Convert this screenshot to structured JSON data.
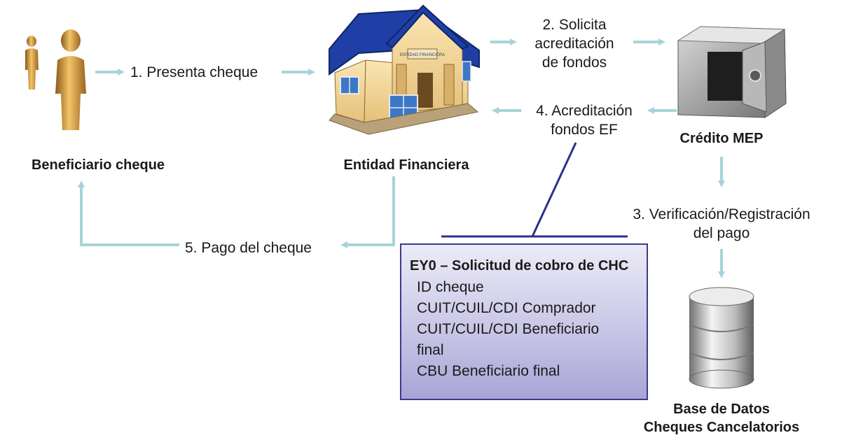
{
  "nodes": {
    "beneficiario": {
      "label": "Beneficiario cheque"
    },
    "entidad": {
      "label": "Entidad Financiera",
      "sign_text": "ENTIDAD FINANCIERA"
    },
    "credito": {
      "label": "Crédito MEP"
    },
    "base": {
      "label_line1": "Base de Datos",
      "label_line2": "Cheques Cancelatorios"
    }
  },
  "steps": {
    "s1": {
      "text": "1. Presenta cheque"
    },
    "s2": {
      "line1": "2. Solicita",
      "line2": "acreditación",
      "line3": "de fondos"
    },
    "s3": {
      "line1": "3. Verificación/Registración",
      "line2": "del pago"
    },
    "s4": {
      "line1": "4. Acreditación",
      "line2": "fondos EF"
    },
    "s5": {
      "text": "5. Pago del cheque"
    }
  },
  "message_box": {
    "title": "EY0 – Solicitud de cobro de CHC",
    "fields": [
      "ID cheque",
      "CUIT/CUIL/CDI Comprador",
      "CUIT/CUIL/CDI Beneficiario",
      "final",
      "CBU Beneficiario final"
    ]
  },
  "colors": {
    "arrow": "#a7d3da",
    "connector": "#2e2f8c",
    "box_border": "#3c3a8a",
    "roof": "#1f3fa6",
    "person": "#c98a2c"
  },
  "icons": [
    "people-icon",
    "bank-building-icon",
    "safe-icon",
    "database-icon"
  ]
}
